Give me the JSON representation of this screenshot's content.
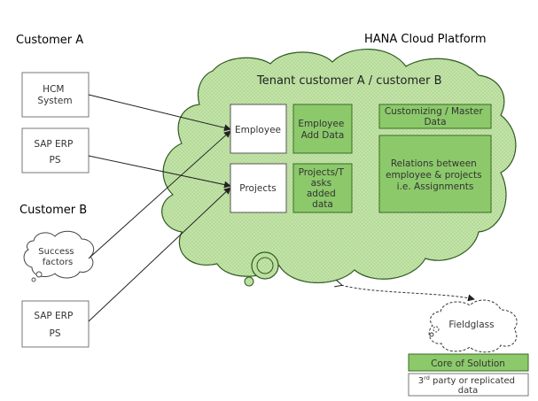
{
  "headings": {
    "customer_a": "Customer A",
    "customer_b": "Customer B",
    "platform": "HANA Cloud Platform",
    "tenant": "Tenant customer A / customer B"
  },
  "sources": {
    "hcm_system": [
      "HCM",
      "System"
    ],
    "sap_erp_ps_a": [
      "SAP ERP",
      "PS"
    ],
    "success_factors": [
      "Success",
      "factors"
    ],
    "sap_erp_ps_b": [
      "SAP ERP",
      "PS"
    ]
  },
  "tenant_boxes": {
    "employee": "Employee",
    "employee_add_data": [
      "Employee",
      "Add Data"
    ],
    "projects": "Projects",
    "projects_tasks_added_data": [
      "Projects/T",
      "asks",
      "added",
      "data"
    ],
    "customizing_master_data": [
      "Customizing / Master",
      "Data"
    ],
    "relations_assignments": [
      "Relations between",
      "employee & projects",
      "i.e. Assignments"
    ]
  },
  "external": {
    "fieldglass": "Fieldglass"
  },
  "legend": {
    "core": "Core of Solution",
    "third_party_sup": "rd",
    "third_party_num": "3",
    "third_party_rest": " party or replicated",
    "third_party_line2": "data"
  },
  "colors": {
    "core_green": "#8cc96b",
    "core_border": "#3a6b25",
    "cloud_fill": "#c8e6b0",
    "cloud_stroke": "#2e5a20",
    "box_border": "#777777"
  }
}
